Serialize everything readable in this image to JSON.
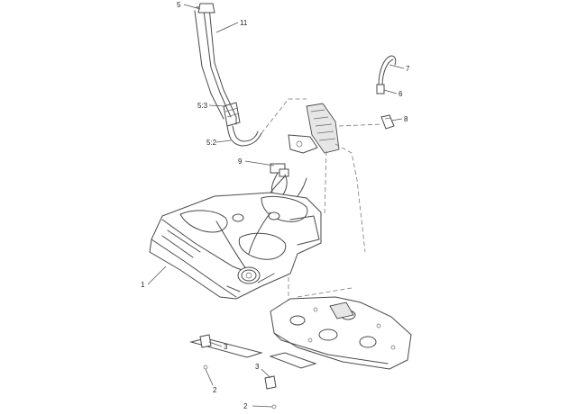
{
  "callouts": {
    "c5": "5",
    "c11": "11",
    "c53": "5:3",
    "c52": "5:2",
    "c9": "9",
    "c7": "7",
    "c6": "6",
    "c8": "8",
    "c1": "1",
    "c3a": "3",
    "c3b": "3",
    "c2a": "2",
    "c2b": "2"
  }
}
